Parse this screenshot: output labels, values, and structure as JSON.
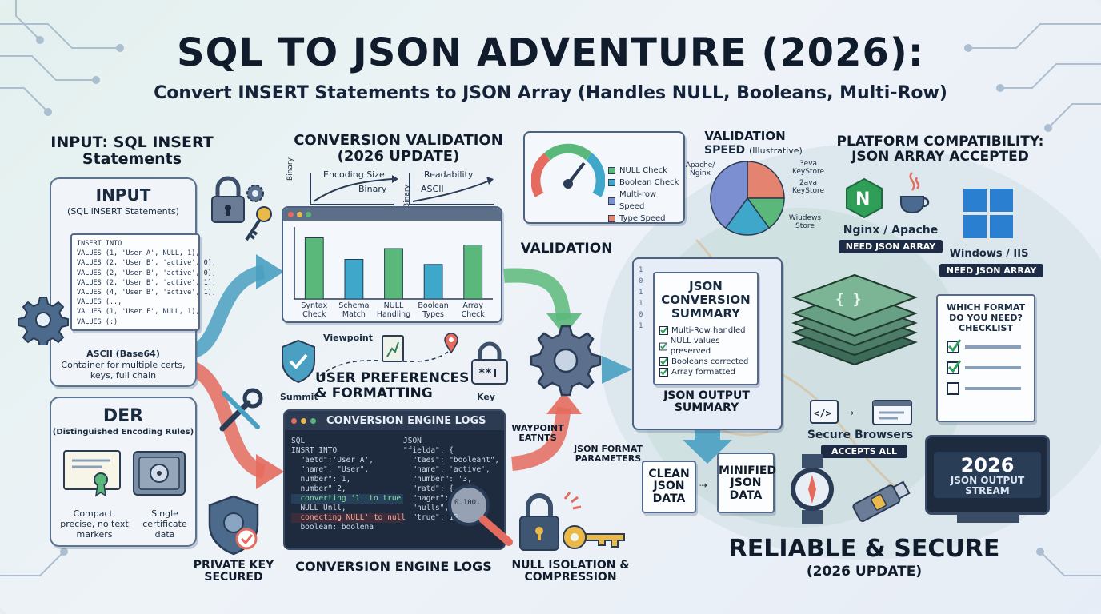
{
  "header": {
    "title": "SQL TO JSON ADVENTURE (2026):",
    "subtitle": "Convert INSERT Statements to JSON Array (Handles NULL, Booleans, Multi-Row)"
  },
  "input_section": {
    "heading": "INPUT: SQL INSERT Statements",
    "panel_title": "INPUT",
    "panel_subtitle": "(SQL INSERT Statements)",
    "sql_lines": [
      "INSERT INTO",
      "VALUES (1, 'User A', NULL, 1),",
      "VALUES (2, 'User B', 'active', 0),",
      "VALUES (2, 'User B', 'active', 0),",
      "VALUES (2, 'User B', 'active', 1),",
      "VALUES (4, 'User B', 'active', 1),",
      "VALUES (..,",
      "VALUES (1, 'User F', NULL, 1),",
      "VALUES (:)"
    ],
    "caption_1": "ASCII (Base64)",
    "caption_2": "Container for multiple certs, keys, full chain"
  },
  "der_section": {
    "title": "DER",
    "subtitle": "(Distinguished Encoding Rules)",
    "left_caption": "Compact, precise, no text markers",
    "right_caption": "Single certificate data"
  },
  "private_key": {
    "label": "PRIVATE KEY SECURED"
  },
  "validation_chart": {
    "heading": "CONVERSION VALIDATION (2026 UPDATE)",
    "trend_left_title": "Encoding Size",
    "trend_left_sub": "Binary",
    "trend_left_axis": "Binary",
    "trend_right_title": "Readability",
    "trend_right_sub": "ASCII",
    "trend_right_axis": "Binary"
  },
  "chart_data": {
    "type": "bar",
    "categories": [
      "Syntax Check",
      "Schema Match",
      "NULL Handling",
      "Boolean Types",
      "Array Check"
    ],
    "values": [
      85,
      55,
      70,
      48,
      75
    ],
    "colors": [
      "#5ab97a",
      "#3fa7c9",
      "#5ab97a",
      "#3fa7c9",
      "#5ab97a"
    ],
    "title": "",
    "xlabel": "",
    "ylabel": "",
    "ylim": [
      0,
      100
    ],
    "grid": false
  },
  "preferences": {
    "title": "USER PREFERENCES & FORMATTING",
    "viewpoint": "Viewpoint",
    "summit": "Summit",
    "key": "Key"
  },
  "logs": {
    "window_title": "CONVERSION ENGINE LOGS",
    "caption": "CONVERSION ENGINE LOGS",
    "left_lines": [
      "SQL",
      "INSRT INTO",
      "  \"aetd\":'User A',",
      "  \"name\": \"User\",",
      "  number\": 1,",
      "  number\" 2,",
      "  converting '1' to true",
      "  NULL Unll,",
      "  conecting NULL' to null",
      "  boolean: boolena"
    ],
    "right_lines": [
      "JSON",
      "\"fielda\": {",
      "  \"taes\": \"booleant\",",
      "  \"name\": 'active',",
      "  \"number\": '3,",
      "  \"ratd\": {",
      "",
      "  \"nager\":",
      "",
      "  \"nulls\",",
      "  \"true\": 13"
    ],
    "magnifier_text": "0.100,"
  },
  "gauge": {
    "heading": "VALIDATION",
    "legend": [
      {
        "label": "NULL Check",
        "color": "#5ab97a"
      },
      {
        "label": "Boolean Check",
        "color": "#3fa7c9"
      },
      {
        "label": "Multi-row Speed",
        "color": "#7c8fd0"
      },
      {
        "label": "Type Speed",
        "color": "#e4836f"
      }
    ]
  },
  "waypoint": {
    "left": "WAYPOINT EATNTS",
    "right": "JSON FORMAT PARAMETERS"
  },
  "null_isolation": {
    "label": "NULL ISOLATION & COMPRESSION"
  },
  "speed_pie": {
    "heading_1": "VALIDATION",
    "heading_2": "SPEED",
    "heading_note": "(Illustrative)",
    "labels": [
      "Apache/ Nginx",
      "3eva KeyStore",
      "2ava KeyStore",
      "Wiudews Store"
    ],
    "values": [
      25,
      15,
      20,
      40
    ],
    "colors": [
      "#e4836f",
      "#5ab97a",
      "#3fa7c9",
      "#7c8fd0"
    ]
  },
  "summary": {
    "title": "JSON CONVERSION SUMMARY",
    "items": [
      "Multi-Row handled",
      "NULL values preserved",
      "Booleans corrected",
      "Array formatted"
    ],
    "output_title": "JSON OUTPUT SUMMARY",
    "clean_label": "CLEAN JSON DATA",
    "minified_label": "MINIFIED JSON DATA"
  },
  "platform": {
    "heading": "PLATFORM COMPATIBILITY: JSON ARRAY ACCEPTED",
    "nginx_label": "Nginx / Apache",
    "nginx_badge": "NEED JSON ARRAY",
    "windows_label": "Windows / IIS",
    "windows_badge": "NEED JSON ARRAY",
    "checklist_title": "WHICH FORMAT DO YOU NEED? CHECKLIST",
    "browsers_label": "Secure Browsers",
    "browsers_badge": "ACCEPTS ALL",
    "stream_year": "2026",
    "stream_label": "JSON OUTPUT STREAM"
  },
  "footer": {
    "title": "RELIABLE & SECURE",
    "subtitle": "(2026 UPDATE)"
  }
}
